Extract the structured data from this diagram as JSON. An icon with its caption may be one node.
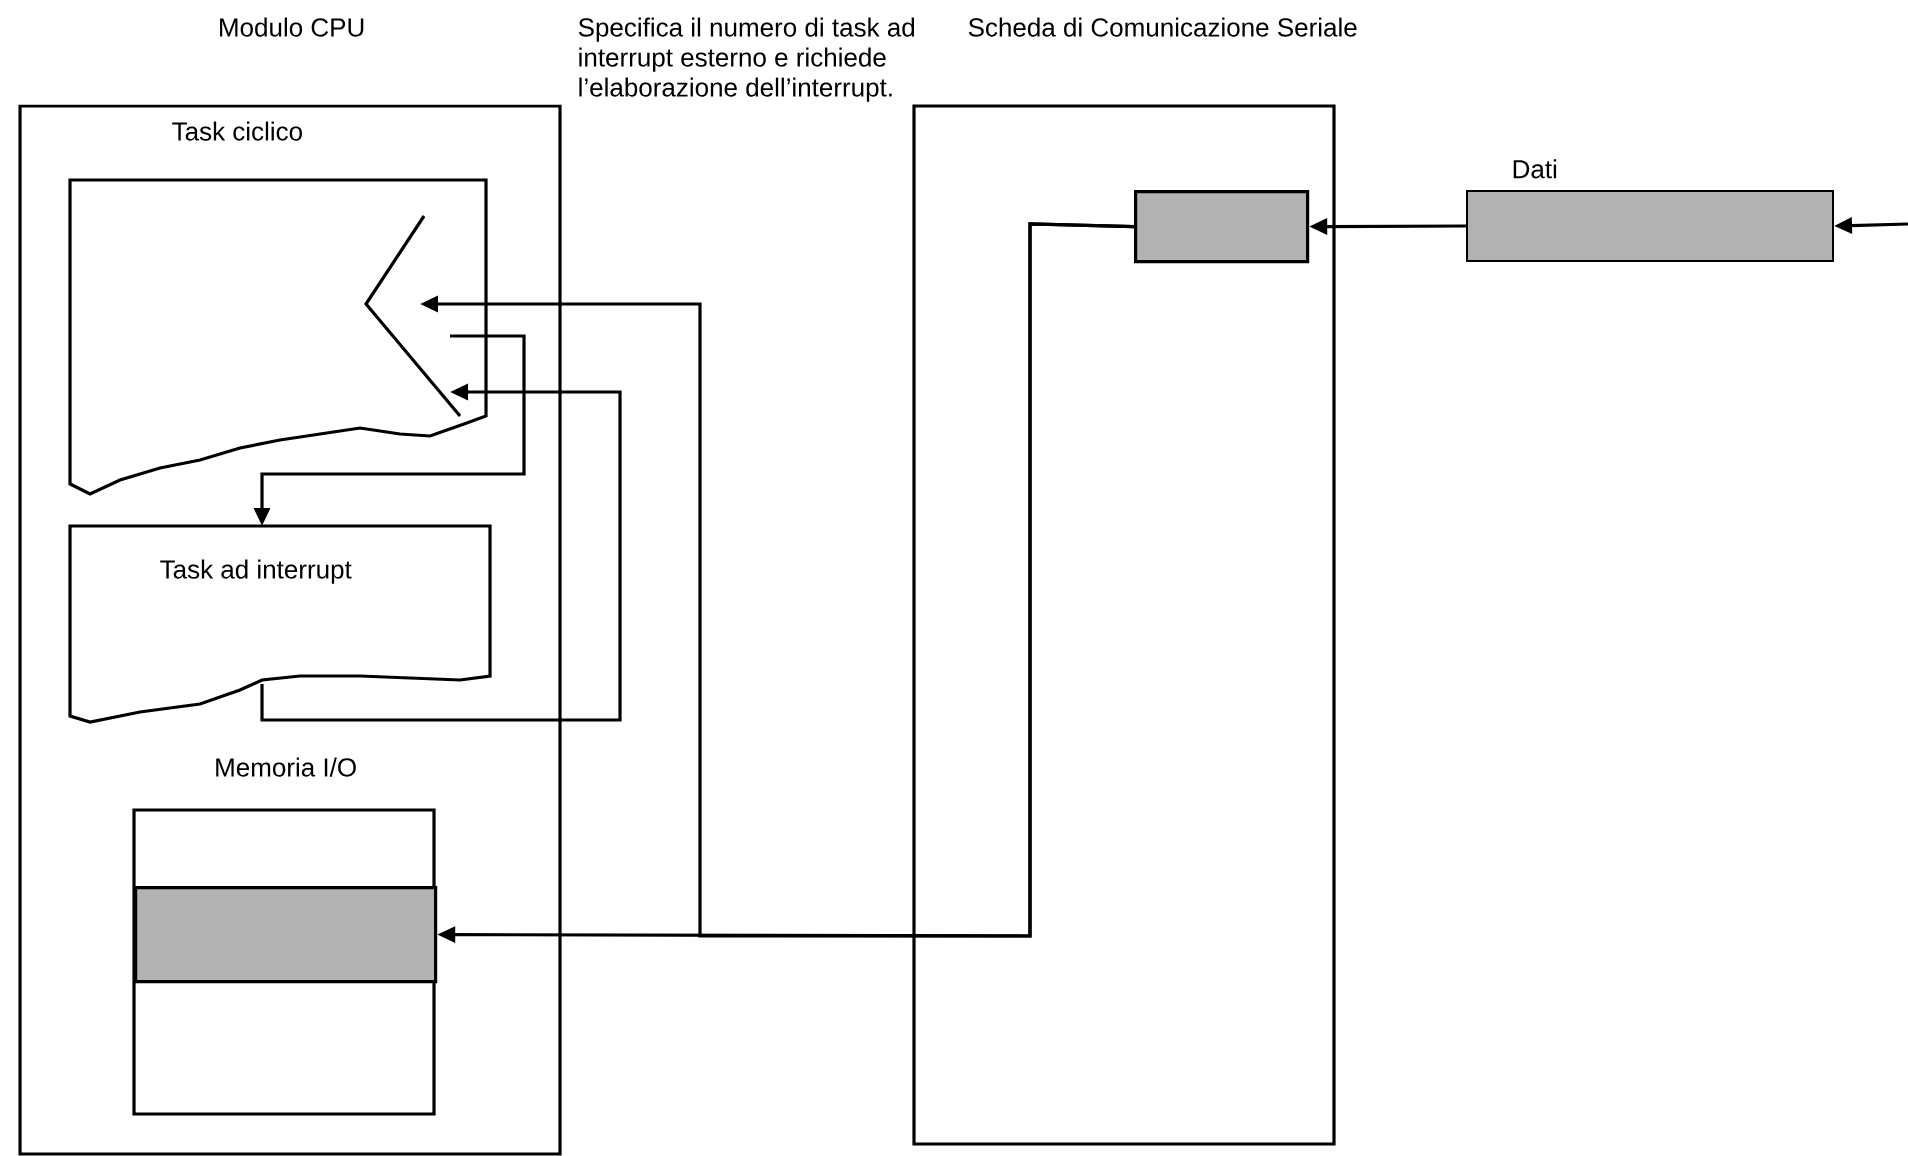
{
  "diagram": {
    "nodes": [
      {
        "text": [
          "Modulo CPU"
        ]
      },
      {
        "text": [
          "Task ciclico"
        ],
        "in": 0
      },
      {
        "text": [
          "Task ad interrupt"
        ],
        "in": 0
      },
      {
        "text": [
          "Memoria I/O"
        ],
        "in": 0
      },
      {
        "text": [],
        "shape": "bar",
        "in": 3
      },
      {
        "text": [
          "Scheda di Comunicazione Seriale"
        ]
      },
      {
        "text": [],
        "shape": "bar",
        "in": 5
      },
      {
        "text": [
          "Dati"
        ]
      }
    ],
    "edges": [
      {
        "from": null,
        "to": 7,
        "arrow": "to"
      },
      {
        "from": 7,
        "to": 6,
        "arrow": "to"
      },
      {
        "from": 6,
        "to": 4,
        "arrow": "to"
      },
      {
        "from": 6,
        "to": 1,
        "arrow": "to"
      },
      {
        "from": 1,
        "to": 2,
        "arrow": "to"
      },
      {
        "from": 2,
        "to": 1,
        "arrow": "to"
      }
    ],
    "labels": [
      "Specifica il numero di task ad interrupt esterno e richiede l’elaborazione dell’interrupt."
    ]
  }
}
